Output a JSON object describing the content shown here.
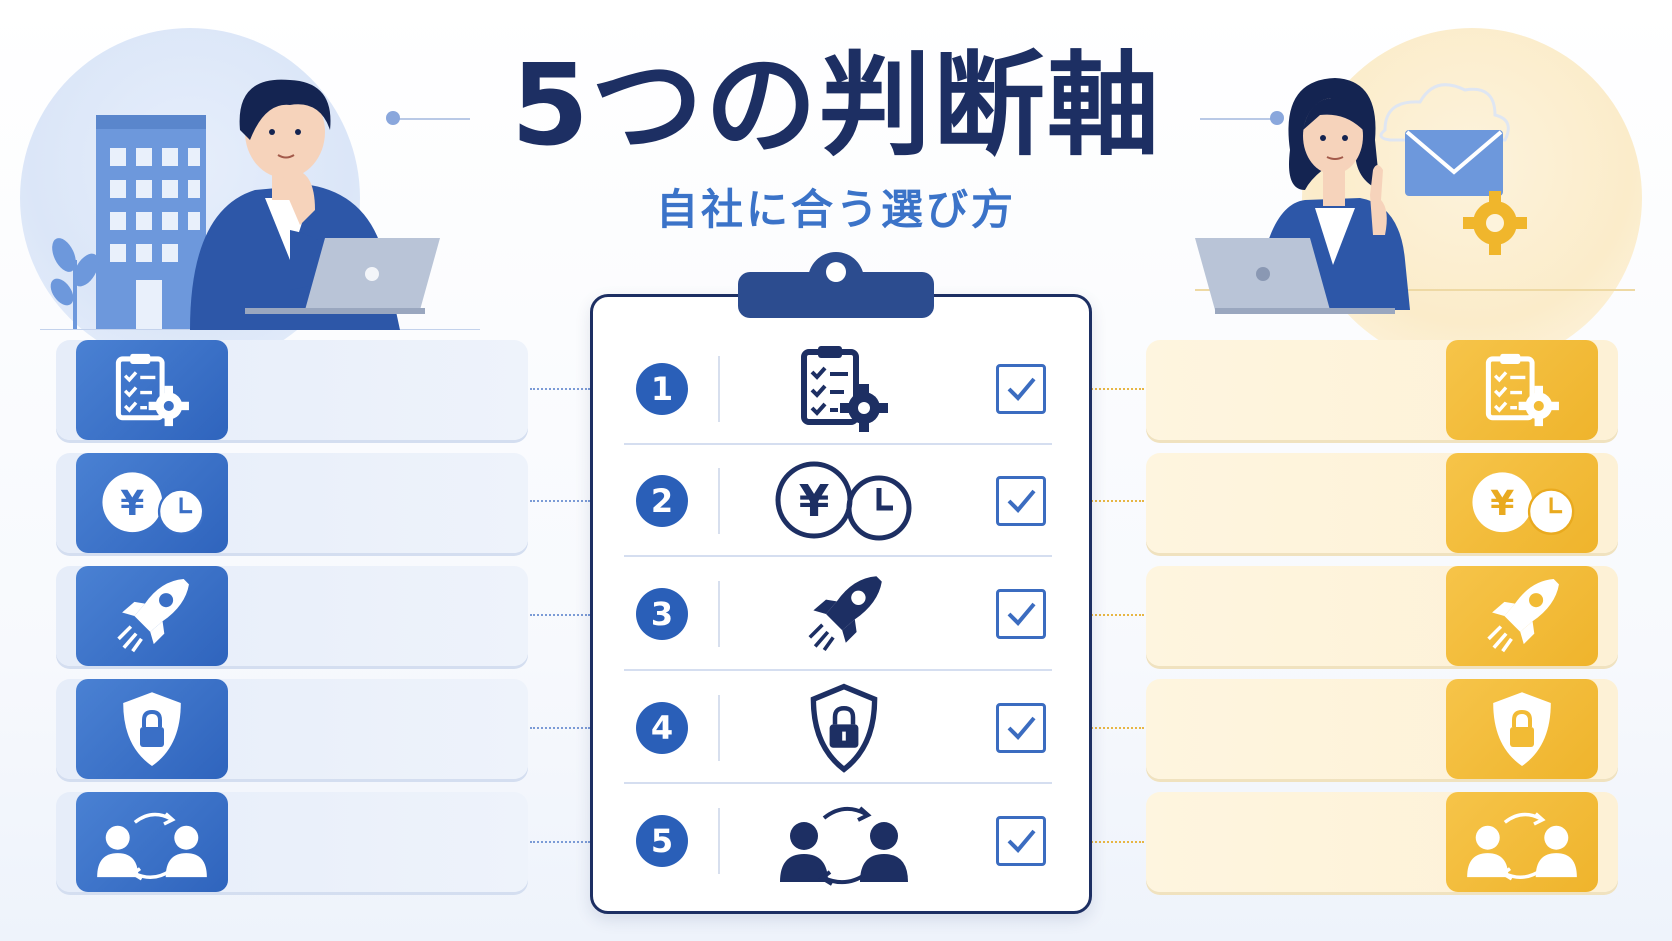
{
  "header": {
    "title": "5つの判断軸",
    "subtitle": "自社に合う選び方"
  },
  "checklist": {
    "items": [
      {
        "number": "1",
        "icon": "checklist-gear-icon",
        "checked": true
      },
      {
        "number": "2",
        "icon": "yen-clock-icon",
        "checked": true
      },
      {
        "number": "3",
        "icon": "rocket-icon",
        "checked": true
      },
      {
        "number": "4",
        "icon": "shield-lock-icon",
        "checked": true
      },
      {
        "number": "5",
        "icon": "people-exchange-icon",
        "checked": true
      }
    ]
  },
  "colors": {
    "navy": "#1d2f63",
    "blue": "#2f64bd",
    "gold": "#efb42c",
    "subtitle_blue": "#3b73c8"
  }
}
